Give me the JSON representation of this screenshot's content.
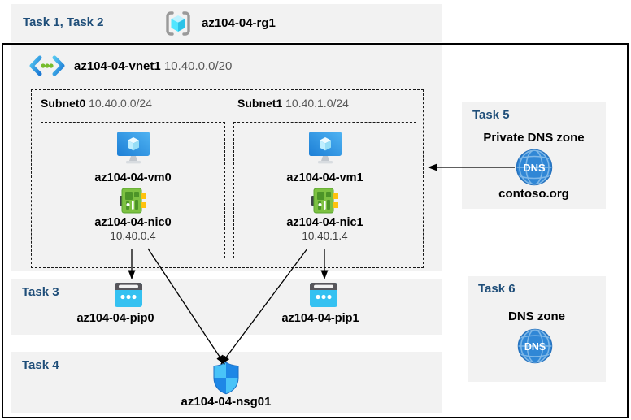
{
  "colors": {
    "task_label_blue": "#1F4E79",
    "panel_gray": "#F2F2F2",
    "outer_border": "#000000",
    "cidr_gray": "#595959",
    "pip_cyan": "#35C1F1",
    "shield_light_blue": "#49C3F8",
    "shield_dark_blue": "#1E87E6",
    "dns_blue": "#3087D6",
    "nic_green": "#7DC142"
  },
  "resource_group": {
    "tasks_label": "Task 1, Task 2",
    "name": "az104-04-rg1"
  },
  "vnet": {
    "name": "az104-04-vnet1",
    "cidr": "10.40.0.0/20",
    "subnets": [
      {
        "name": "Subnet0",
        "cidr": "10.40.0.0/24",
        "vm": "az104-04-vm0",
        "nic": "az104-04-nic0",
        "ip": "10.40.0.4"
      },
      {
        "name": "Subnet1",
        "cidr": "10.40.1.0/24",
        "vm": "az104-04-vm1",
        "nic": "az104-04-nic1",
        "ip": "10.40.1.4"
      }
    ]
  },
  "task3": {
    "label": "Task 3",
    "pip0": "az104-04-pip0",
    "pip1": "az104-04-pip1"
  },
  "task4": {
    "label": "Task 4",
    "nsg_name": "az104-04-nsg01"
  },
  "task5": {
    "label": "Task 5",
    "title": "Private DNS zone",
    "zone_name": "contoso.org",
    "dns_icon_text": "DNS"
  },
  "task6": {
    "label": "Task 6",
    "title": "DNS zone",
    "dns_icon_text": "DNS"
  }
}
